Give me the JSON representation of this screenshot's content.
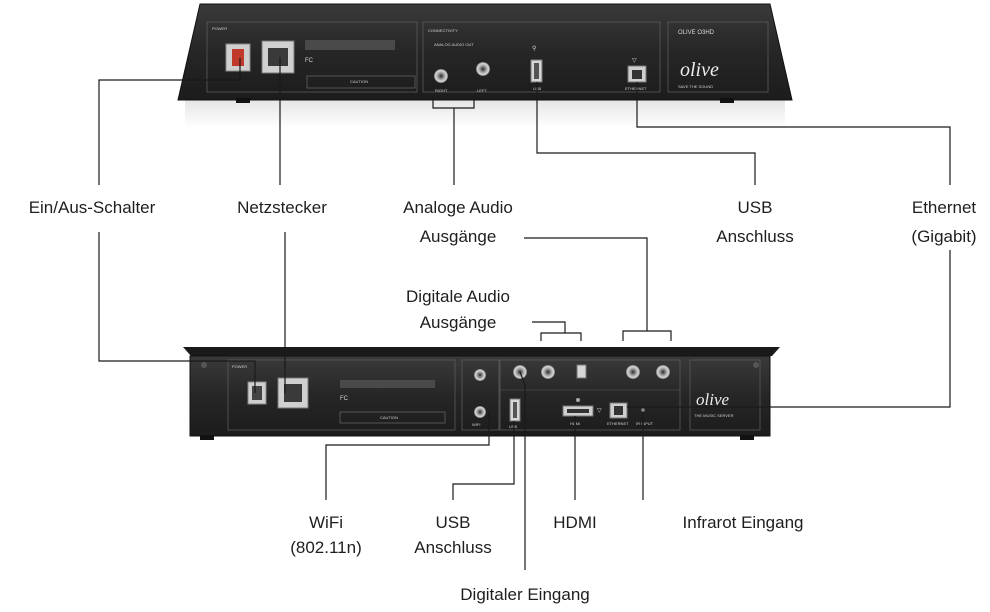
{
  "colors": {
    "device_body": "#2b2b2b",
    "device_edge": "#3a3a3a",
    "connector_gold": "#b8b8b8",
    "line": "#1a1a1a",
    "label": "#1e1e1e"
  },
  "top_device": {
    "panel_power": "POWER",
    "panel_connectivity": "CONNECTIVITY",
    "analog_audio_out": "ANALOG AUDIO OUT",
    "jack_left": "RIGHT",
    "jack_right": "LEFT",
    "usb_label": "USB",
    "ethernet_label": "ETHERNET",
    "model_name": "OLIVE O3HD",
    "brand": "olive",
    "tagline": "SAVE THE SOUND",
    "caution": "CAUTION"
  },
  "bottom_device": {
    "panel_power": "POWER",
    "wifi_label": "WIFI",
    "usb_label": "USB",
    "hdmi_label": "HDMI",
    "ethernet_label": "ETHERNET",
    "ir_label": "IR INPUT",
    "brand": "olive",
    "tagline": "THE MUSIC SERVER",
    "caution": "CAUTION"
  },
  "labels": {
    "power_switch": "Ein/Aus-Schalter",
    "power_plug": "Netzstecker",
    "analog_audio_line1": "Analoge Audio",
    "analog_audio_line2": "Ausgänge",
    "usb_top_line1": "USB",
    "usb_top_line2": "Anschluss",
    "ethernet_line1": "Ethernet",
    "ethernet_line2": "(Gigabit)",
    "digital_audio_line1": "Digitale Audio",
    "digital_audio_line2": "Ausgänge",
    "wifi_line1": "WiFi",
    "wifi_line2": "(802.11n)",
    "usb_bottom_line1": "USB",
    "usb_bottom_line2": "Anschluss",
    "hdmi": "HDMI",
    "infrared": "Infrarot Eingang",
    "digital_input": "Digitaler Eingang"
  }
}
